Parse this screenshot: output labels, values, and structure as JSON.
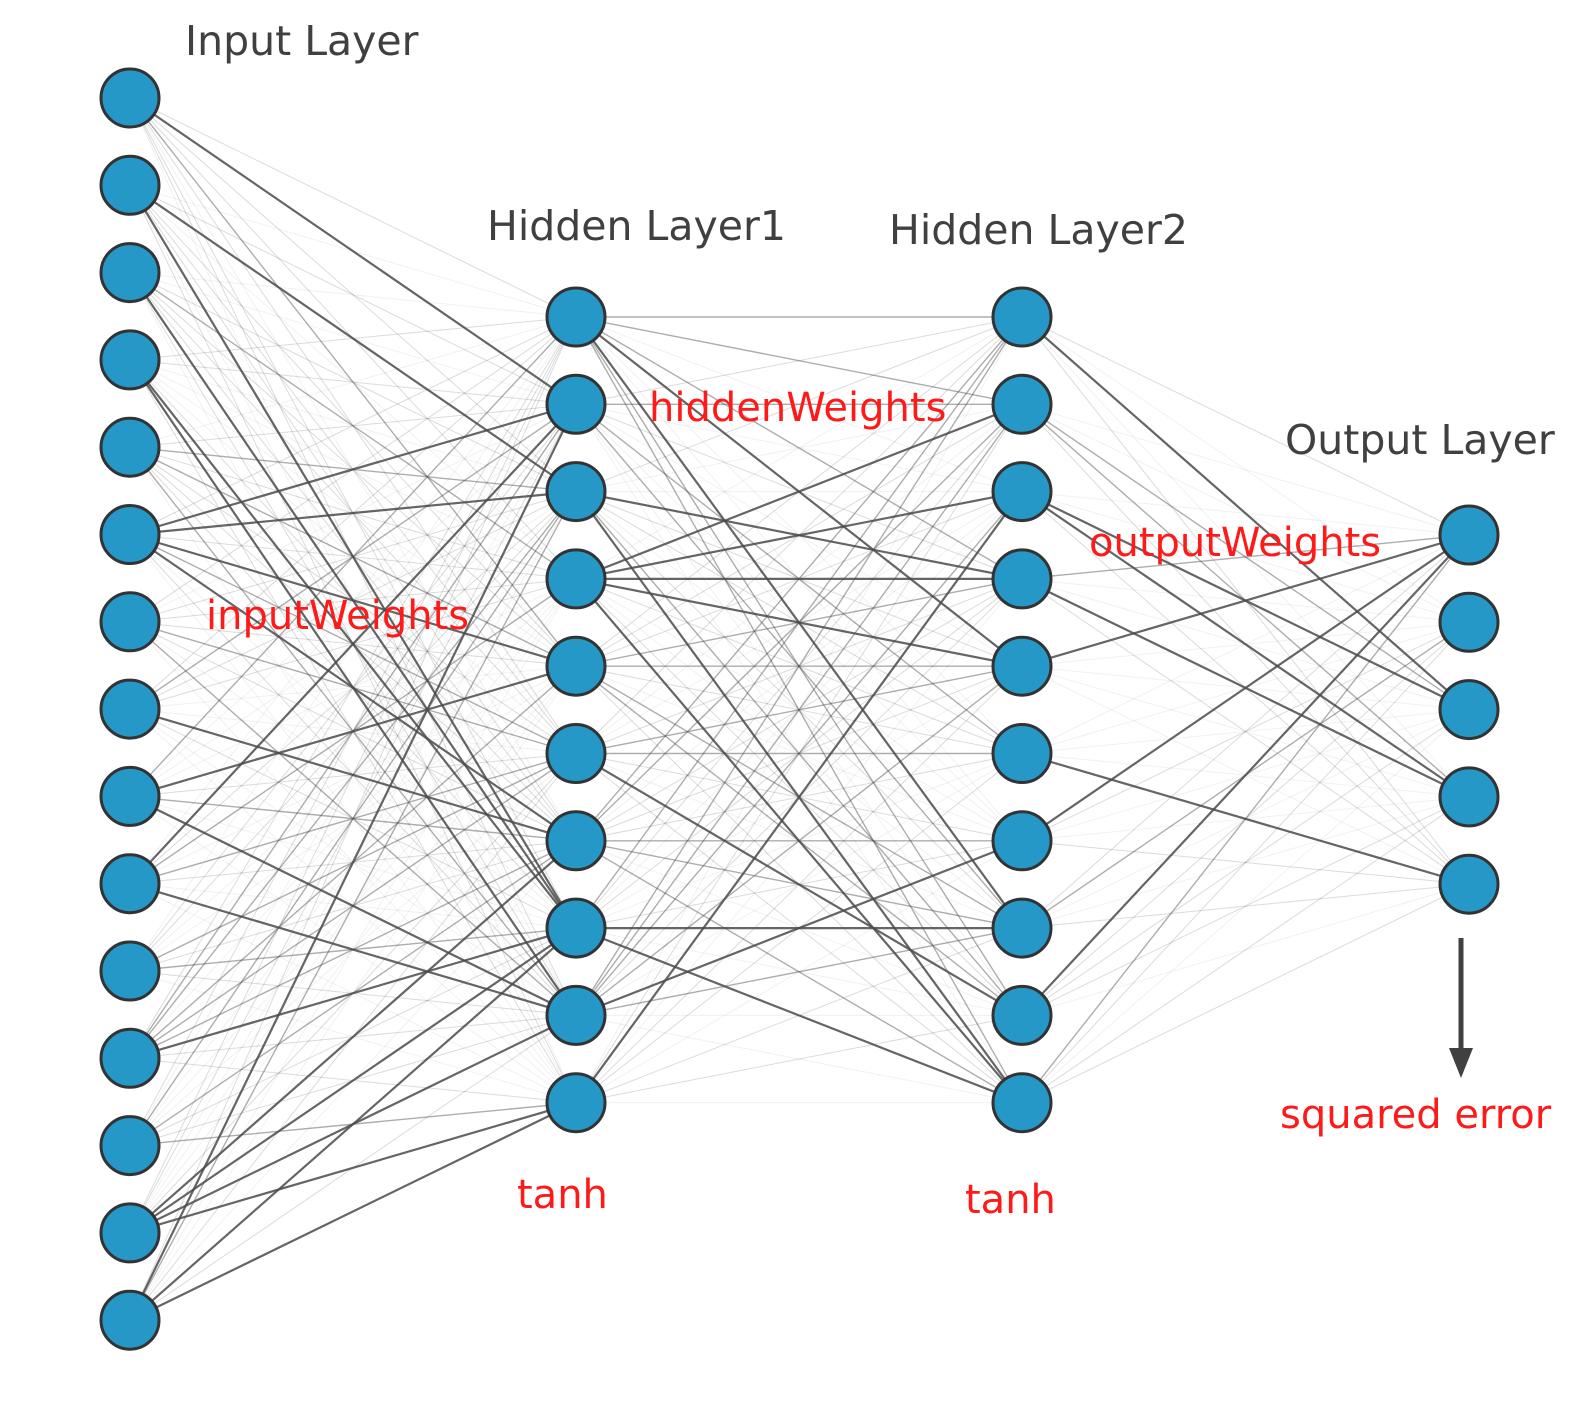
{
  "layers": [
    {
      "name": "input",
      "title": "Input Layer",
      "size": 15
    },
    {
      "name": "hidden1",
      "title": "Hidden Layer1",
      "size": 10,
      "activation": "tanh"
    },
    {
      "name": "hidden2",
      "title": "Hidden Layer2",
      "size": 10,
      "activation": "tanh"
    },
    {
      "name": "output",
      "title": "Output Layer",
      "size": 5
    }
  ],
  "weights": {
    "input": "inputWeights",
    "hidden": "hiddenWeights",
    "output": "outputWeights"
  },
  "loss": "squared error",
  "colors": {
    "node_fill": "#2698c7",
    "node_stroke": "#333333",
    "edge": "#4a4a4a",
    "annotation": "#ff1a1a",
    "title": "#404040"
  }
}
